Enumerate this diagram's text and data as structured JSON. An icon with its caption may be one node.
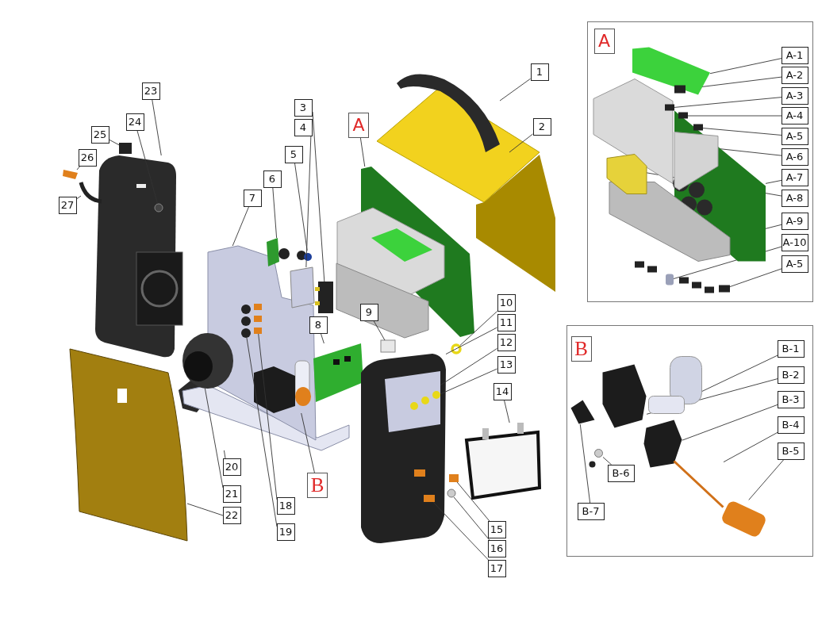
{
  "diagram": {
    "nodes": [
      {
        "text": [
          "1"
        ]
      },
      {
        "text": [
          "2"
        ]
      },
      {
        "text": [
          "3"
        ]
      },
      {
        "text": [
          "4"
        ]
      },
      {
        "text": [
          "5"
        ]
      },
      {
        "text": [
          "6"
        ]
      },
      {
        "text": [
          "7"
        ]
      },
      {
        "text": [
          "8"
        ]
      },
      {
        "text": [
          "9"
        ]
      },
      {
        "text": [
          "10"
        ]
      },
      {
        "text": [
          "11"
        ]
      },
      {
        "text": [
          "12"
        ]
      },
      {
        "text": [
          "13"
        ]
      },
      {
        "text": [
          "14"
        ]
      },
      {
        "text": [
          "15"
        ]
      },
      {
        "text": [
          "16"
        ]
      },
      {
        "text": [
          "17"
        ]
      },
      {
        "text": [
          "18"
        ]
      },
      {
        "text": [
          "19"
        ]
      },
      {
        "text": [
          "20"
        ]
      },
      {
        "text": [
          "21"
        ]
      },
      {
        "text": [
          "22"
        ]
      },
      {
        "text": [
          "23"
        ]
      },
      {
        "text": [
          "24"
        ]
      },
      {
        "text": [
          "25"
        ]
      },
      {
        "text": [
          "26"
        ]
      },
      {
        "text": [
          "27"
        ]
      },
      {
        "text": [
          "A"
        ]
      },
      {
        "text": [
          "B"
        ]
      },
      {
        "text": [],
        "shape": "box"
      },
      {
        "text": [
          "A"
        ],
        "in": 29
      },
      {
        "text": [
          "A-1"
        ],
        "in": 29
      },
      {
        "text": [
          "A-2"
        ],
        "in": 29
      },
      {
        "text": [
          "A-3"
        ],
        "in": 29
      },
      {
        "text": [
          "A-4"
        ],
        "in": 29
      },
      {
        "text": [
          "A-5"
        ],
        "in": 29
      },
      {
        "text": [
          "A-6"
        ],
        "in": 29
      },
      {
        "text": [
          "A-7"
        ],
        "in": 29
      },
      {
        "text": [
          "A-8"
        ],
        "in": 29
      },
      {
        "text": [
          "A-9"
        ],
        "in": 29
      },
      {
        "text": [
          "A-10"
        ],
        "in": 29
      },
      {
        "text": [
          "A-5"
        ],
        "in": 29
      },
      {
        "text": [],
        "shape": "box"
      },
      {
        "text": [
          "B"
        ],
        "in": 42
      },
      {
        "text": [
          "B-1"
        ],
        "in": 42
      },
      {
        "text": [
          "B-2"
        ],
        "in": 42
      },
      {
        "text": [
          "B-3"
        ],
        "in": 42
      },
      {
        "text": [
          "B-4"
        ],
        "in": 42
      },
      {
        "text": [
          "B-5"
        ],
        "in": 42
      },
      {
        "text": [
          "B-6"
        ],
        "in": 42
      },
      {
        "text": [
          "B-7"
        ],
        "in": 42
      },
      {
        "text": [],
        "shape": "picture"
      },
      {
        "text": [],
        "shape": "picture"
      },
      {
        "text": [],
        "shape": "circle",
        "in": 52
      },
      {
        "text": [],
        "shape": "box"
      },
      {
        "text": [],
        "shape": "box"
      },
      {
        "text": [],
        "shape": "line"
      },
      {
        "text": [],
        "shape": "picture"
      },
      {
        "text": [],
        "shape": "picture"
      },
      {
        "text": [],
        "shape": "circle",
        "in": 58
      },
      {
        "text": [],
        "shape": "box",
        "in": 58
      },
      {
        "text": [],
        "shape": "picture"
      },
      {
        "text": [],
        "shape": "picture",
        "in": 58
      },
      {
        "text": [],
        "shape": "box"
      },
      {
        "text": [],
        "shape": "circle"
      },
      {
        "text": [],
        "shape": "box"
      },
      {
        "text": [],
        "shape": "box"
      },
      {
        "text": [],
        "shape": "picture"
      },
      {
        "text": [],
        "shape": "box"
      },
      {
        "text": [],
        "shape": "box"
      },
      {
        "text": [],
        "shape": "circle"
      },
      {
        "text": [],
        "shape": "picture"
      },
      {
        "text": [],
        "shape": "picture"
      },
      {
        "text": [],
        "shape": "picture"
      },
      {
        "text": [],
        "shape": "box",
        "in": 73
      },
      {
        "text": [],
        "shape": "circle",
        "in": 74
      },
      {
        "text": [],
        "shape": "box",
        "in": 73
      },
      {
        "text": [],
        "shape": "box"
      },
      {
        "text": [],
        "shape": "circle"
      },
      {
        "text": [],
        "shape": "box"
      },
      {
        "text": [],
        "shape": "picture",
        "in": 29
      },
      {
        "text": [],
        "shape": "picture",
        "in": 29
      },
      {
        "text": [],
        "shape": "box",
        "in": 80
      },
      {
        "text": [],
        "shape": "box",
        "in": 29
      },
      {
        "text": [],
        "shape": "box",
        "in": 29
      },
      {
        "text": [],
        "shape": "box",
        "in": 84
      },
      {
        "text": [],
        "shape": "box",
        "in": 29
      },
      {
        "text": [],
        "shape": "box",
        "in": 29
      },
      {
        "text": [],
        "shape": "box",
        "in": 29
      },
      {
        "text": [],
        "shape": "cylinder",
        "in": 29
      },
      {
        "text": [],
        "shape": "box",
        "in": 29
      },
      {
        "text": [],
        "shape": "triangle",
        "in": 42
      },
      {
        "text": [],
        "shape": "box",
        "in": 42
      },
      {
        "text": [],
        "shape": "circle",
        "in": 42
      },
      {
        "text": [],
        "shape": "picture",
        "in": 42
      },
      {
        "text": [],
        "shape": "box",
        "in": 42
      },
      {
        "text": [],
        "shape": "line",
        "in": 42
      },
      {
        "text": [],
        "shape": "cylinder",
        "in": 42
      }
    ],
    "edges": [
      {
        "from": 0,
        "to": 72,
        "arrow": "none"
      },
      {
        "from": 1,
        "to": 71,
        "arrow": "none"
      },
      {
        "from": 2,
        "to": 66,
        "arrow": "none"
      },
      {
        "from": 3,
        "to": 65,
        "arrow": "none"
      },
      {
        "from": 4,
        "to": 64,
        "arrow": "none"
      },
      {
        "from": 5,
        "to": 63,
        "arrow": "none"
      },
      {
        "from": 6,
        "to": 58,
        "arrow": "none"
      },
      {
        "from": 7,
        "to": 68,
        "arrow": "none"
      },
      {
        "from": 8,
        "to": 69,
        "arrow": "none"
      },
      {
        "from": 9,
        "to": 70,
        "arrow": "none"
      },
      {
        "from": 10,
        "to": 73,
        "arrow": "none"
      },
      {
        "from": 11,
        "to": 74,
        "arrow": "none"
      },
      {
        "from": 12,
        "to": 75,
        "arrow": "none"
      },
      {
        "from": 13,
        "to": 79,
        "arrow": "none"
      },
      {
        "from": 14,
        "to": 77,
        "arrow": "none"
      },
      {
        "from": 15,
        "to": 78,
        "arrow": "none"
      },
      {
        "from": 16,
        "to": 76,
        "arrow": "none"
      },
      {
        "from": 17,
        "to": 60,
        "arrow": "none"
      },
      {
        "from": 18,
        "to": 59,
        "arrow": "none"
      },
      {
        "from": 19,
        "to": 57,
        "arrow": "none"
      },
      {
        "from": 20,
        "to": 61,
        "arrow": "none"
      },
      {
        "from": 21,
        "to": 51,
        "arrow": "none"
      },
      {
        "from": 22,
        "to": 52,
        "arrow": "none"
      },
      {
        "from": 23,
        "to": 53,
        "arrow": "none"
      },
      {
        "from": 24,
        "to": 54,
        "arrow": "none"
      },
      {
        "from": 25,
        "to": 55,
        "arrow": "none"
      },
      {
        "from": 26,
        "to": 56,
        "arrow": "none"
      },
      {
        "from": 27,
        "to": 67,
        "arrow": "none"
      },
      {
        "from": 28,
        "to": 62,
        "arrow": "none"
      },
      {
        "from": 31,
        "to": 84,
        "arrow": "none"
      },
      {
        "from": 32,
        "to": 85,
        "arrow": "none"
      },
      {
        "from": 33,
        "to": 86,
        "arrow": "none"
      },
      {
        "from": 34,
        "to": 87,
        "arrow": "none"
      },
      {
        "from": 35,
        "to": 88,
        "arrow": "none"
      },
      {
        "from": 36,
        "to": 82,
        "arrow": "none"
      },
      {
        "from": 37,
        "to": 80,
        "arrow": "none"
      },
      {
        "from": 38,
        "to": 83,
        "arrow": "none"
      },
      {
        "from": 39,
        "to": 81,
        "arrow": "none"
      },
      {
        "from": 40,
        "to": 89,
        "arrow": "none"
      },
      {
        "from": 41,
        "to": 90,
        "arrow": "none"
      },
      {
        "from": 44,
        "to": 94,
        "arrow": "none"
      },
      {
        "from": 45,
        "to": 92,
        "arrow": "none"
      },
      {
        "from": 46,
        "to": 95,
        "arrow": "none"
      },
      {
        "from": 47,
        "to": 96,
        "arrow": "none"
      },
      {
        "from": 48,
        "to": 97,
        "arrow": "none"
      },
      {
        "from": 49,
        "to": 93,
        "arrow": "none"
      },
      {
        "from": 50,
        "to": 91,
        "arrow": "none"
      }
    ]
  }
}
